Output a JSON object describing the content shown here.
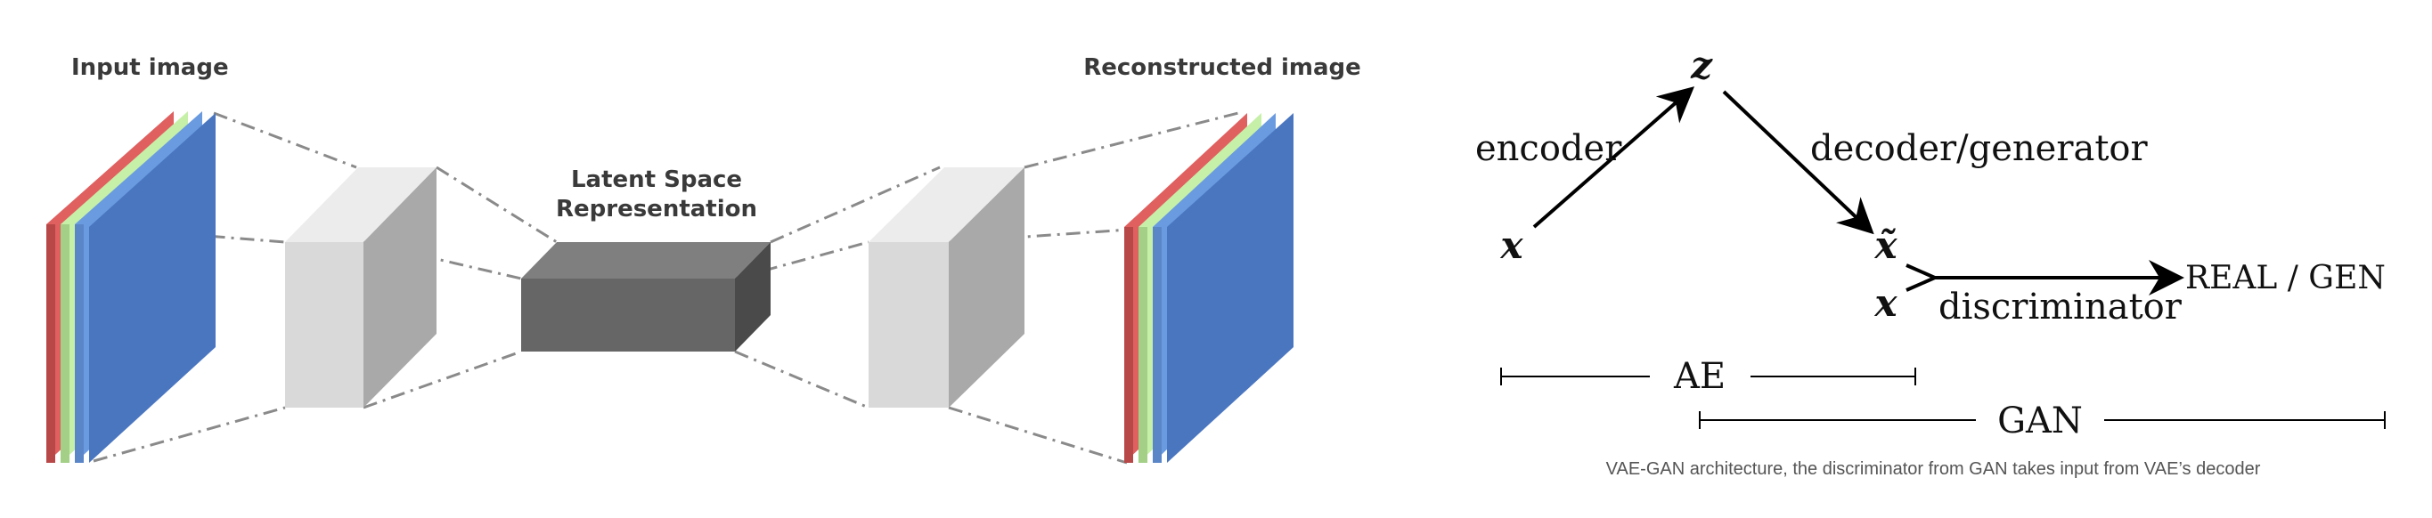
{
  "left_diagram": {
    "input_label": "Input image",
    "output_label": "Reconstructed image",
    "latent_label_line1": "Latent Space",
    "latent_label_line2": "Representation",
    "colors": {
      "red_channel": "#e06060",
      "green_channel": "#c6f0a8",
      "blue_channel": "#6a9be0",
      "blue_front": "#4a76c0",
      "light_block_front": "#d9d9d9",
      "light_block_top": "#ececec",
      "light_block_side": "#a9a9a9",
      "dark_block_front": "#666666",
      "dark_block_top": "#7f7f7f",
      "dark_block_side": "#4a4a4a"
    }
  },
  "right_diagram": {
    "var_z": "z",
    "var_x": "x",
    "var_x_tilde": "x̃",
    "var_x_real": "x",
    "encoder_label": "encoder",
    "decoder_label": "decoder/generator",
    "discriminator_label": "discriminator",
    "output_label": "REAL / GEN",
    "ae_label": "AE",
    "gan_label": "GAN"
  },
  "caption": "VAE-GAN architecture, the discriminator from GAN takes input from VAE’s decoder"
}
